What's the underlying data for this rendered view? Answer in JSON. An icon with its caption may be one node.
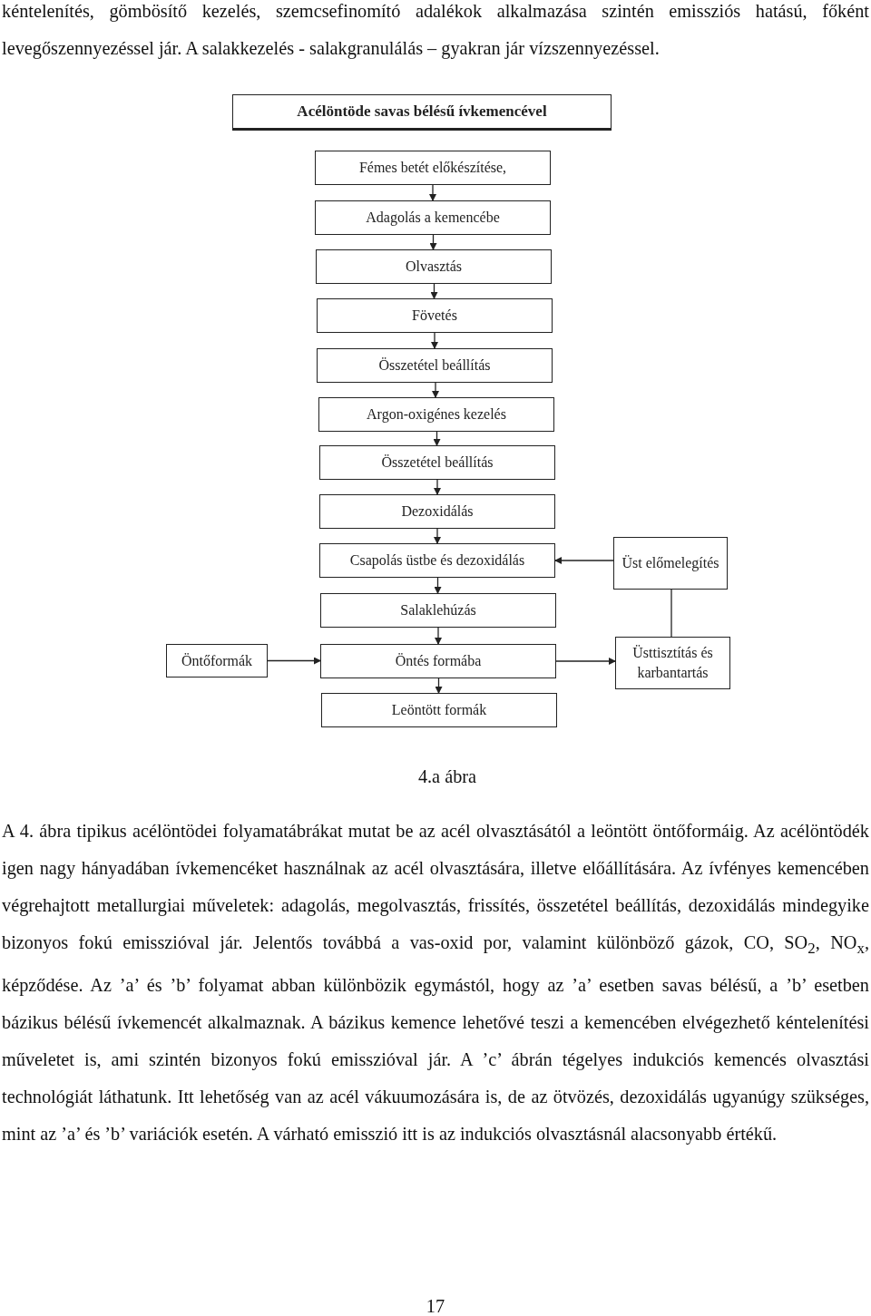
{
  "diagram": {
    "caption": "4.a ábra",
    "nodes": [
      {
        "text": [
          "Acélöntöde savas bélésű ívkemencével"
        ]
      },
      {
        "text": [
          "Fémes betét előkészítése,"
        ]
      },
      {
        "text": [
          "Adagolás a kemencébe"
        ]
      },
      {
        "text": [
          "Olvasztás"
        ]
      },
      {
        "text": [
          "Fövetés"
        ]
      },
      {
        "text": [
          "Összetétel beállítás"
        ]
      },
      {
        "text": [
          "Argon-oxigénes kezelés"
        ]
      },
      {
        "text": [
          "Összetétel beállítás"
        ]
      },
      {
        "text": [
          "Dezoxidálás"
        ]
      },
      {
        "text": [
          "Csapolás üstbe és dezoxidálás"
        ]
      },
      {
        "text": [
          "Üst előmelegítés"
        ]
      },
      {
        "text": [
          "Salaklehúzás"
        ]
      },
      {
        "text": [
          "Öntőformák"
        ]
      },
      {
        "text": [
          "Öntés formába"
        ]
      },
      {
        "text": [
          "Üsttisztítás és karbantartás"
        ]
      },
      {
        "text": [
          "Leöntött formák"
        ]
      }
    ],
    "edges": [
      {
        "from": 1,
        "to": 2,
        "arrow": "to"
      },
      {
        "from": 2,
        "to": 3,
        "arrow": "to"
      },
      {
        "from": 3,
        "to": 4,
        "arrow": "to"
      },
      {
        "from": 4,
        "to": 5,
        "arrow": "to"
      },
      {
        "from": 5,
        "to": 6,
        "arrow": "to"
      },
      {
        "from": 6,
        "to": 7,
        "arrow": "to"
      },
      {
        "from": 7,
        "to": 8,
        "arrow": "to"
      },
      {
        "from": 8,
        "to": 9,
        "arrow": "to"
      },
      {
        "from": 10,
        "to": 9,
        "arrow": "to"
      },
      {
        "from": 9,
        "to": 11,
        "arrow": "to"
      },
      {
        "from": 11,
        "to": 13,
        "arrow": "to"
      },
      {
        "from": 12,
        "to": 13,
        "arrow": "to"
      },
      {
        "from": 13,
        "to": 14,
        "arrow": "to"
      },
      {
        "from": 14,
        "to": 10,
        "arrow": "none"
      },
      {
        "from": 13,
        "to": 15,
        "arrow": "to"
      }
    ],
    "labels": [
      "kéntelenítés, gömbösítő kezelés, szemcsefinomító adalékok alkalmazása szintén emissziós hatású, főként levegőszennyezéssel jár. A salakkezelés - salakgranulálás – gyakran jár vízszennyezéssel.",
      "A 4. ábra tipikus acélöntödei folyamatábrákat mutat be az acél olvasztásától a leöntött öntőformáig. Az acélöntödék igen nagy hányadában ívkemencéket használnak az acél olvasztására, illetve előállítására. Az ívfényes kemencében végrehajtott metallurgiai műveletek: adagolás, megolvasztás, frissítés, összetétel beállítás, dezoxidálás mindegyike bizonyos fokú emisszióval jár. Jelentős továbbá a vas-oxid por, valamint különböző gázok, CO, SO$_{2}$, NO$_{x}$, képződése. Az ’a’ és ’b’ folyamat abban különbözik egymástól, hogy az ’a’ esetben savas bélésű, a ’b’ esetben bázikus bélésű ívkemencét alkalmaznak. A bázikus kemence lehetővé teszi a kemencében elvégezhető kéntelenítési műveletet is, ami szintén bizonyos fokú emisszióval jár. A ’c’ ábrán tégelyes indukciós kemencés olvasztási technológiát láthatunk. Itt lehetőség van az acél vákuumozására is, de az ötvözés, dezoxidálás ugyanúgy szükséges, mint az ’a’ és ’b’ variációk esetén. A várható emisszió itt is az indukciós olvasztásnál alacsonyabb értékű.",
      "17"
    ]
  }
}
